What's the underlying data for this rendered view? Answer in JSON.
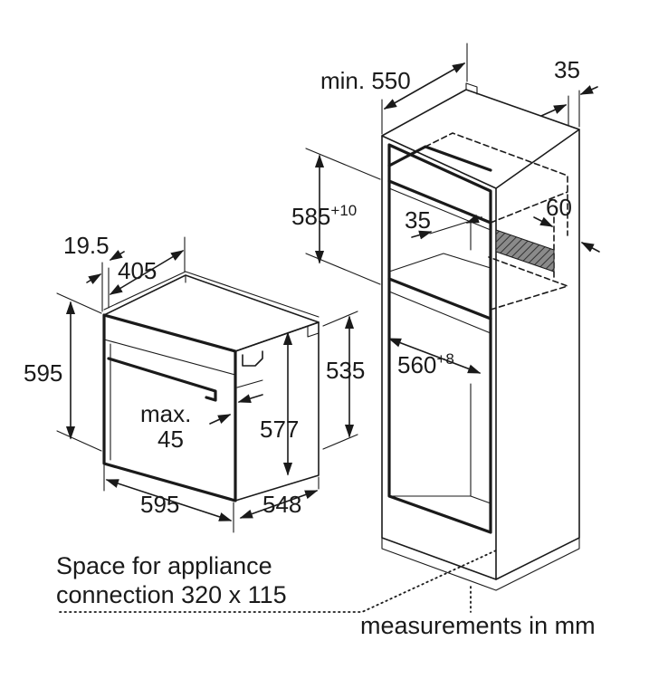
{
  "oven": {
    "dim_19_5": "19.5",
    "dim_405": "405",
    "dim_595_height": "595",
    "dim_535": "535",
    "dim_577": "577",
    "dim_max": "max.",
    "dim_45": "45",
    "dim_595_width": "595",
    "dim_548": "548"
  },
  "cabinet": {
    "dim_min_550": "min. 550",
    "dim_35_top": "35",
    "dim_585": "585",
    "dim_585_tol": "+10",
    "dim_35_inner": "35",
    "dim_60": "60",
    "dim_560": "560",
    "dim_560_tol": "+8"
  },
  "notes": {
    "connection_line1": "Space for appliance",
    "connection_line2": "connection 320 x 115",
    "units": "measurements in mm"
  },
  "colors": {
    "line": "#1a1a1a",
    "hatch": "#555555",
    "background": "#ffffff"
  }
}
